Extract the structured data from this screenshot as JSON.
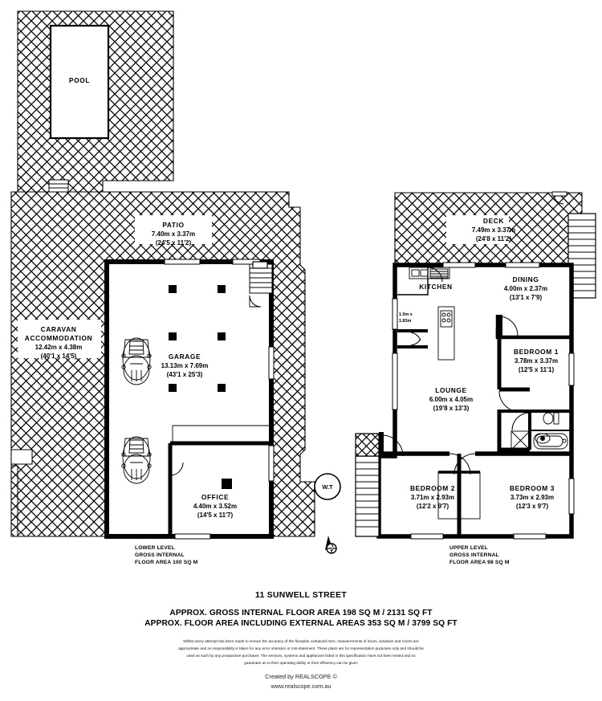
{
  "document": {
    "type": "real-estate-floorplan",
    "address": "11 SUNWELL STREET"
  },
  "lower_level": {
    "label_line1": "LOWER LEVEL",
    "label_line2": "GROSS INTERNAL",
    "label_line3": "FLOOR AREA 100 SQ M",
    "rooms": [
      {
        "name": "POOL",
        "dim_metric": "",
        "dim_imperial": ""
      },
      {
        "name": "PATIO",
        "dim_metric": "7.40m x 3.37m",
        "dim_imperial": "(24'5 x 11'2)"
      },
      {
        "name": "CARAVAN",
        "name2": "ACCOMMODATION",
        "dim_metric": "12.42m x 4.38m",
        "dim_imperial": "(40'1 x 14'5)"
      },
      {
        "name": "GARAGE",
        "dim_metric": "13.13m x 7.69m",
        "dim_imperial": "(43'1 x 25'3)"
      },
      {
        "name": "OFFICE",
        "dim_metric": "4.40m x 3.52m",
        "dim_imperial": "(14'5 x 11'7)"
      }
    ],
    "water_tank_label": "W.T",
    "compass": "north-arrow"
  },
  "upper_level": {
    "label_line1": "UPPER LEVEL",
    "label_line2": "GROSS INTERNAL",
    "label_line3": "FLOOR AREA 98 SQ M",
    "rooms": [
      {
        "name": "DECK",
        "dim_metric": "7.49m x 3.37m",
        "dim_imperial": "(24'8 x 11'2)"
      },
      {
        "name": "KITCHEN",
        "dim_metric": "",
        "dim_imperial": ""
      },
      {
        "name": "DINING",
        "dim_metric": "4.00m x 2.37m",
        "dim_imperial": "(13'1 x 7'9)"
      },
      {
        "name": "LOUNGE",
        "dim_metric": "6.00m x 4.05m",
        "dim_imperial": "(19'8 x 13'3)"
      },
      {
        "name": "BEDROOM 1",
        "dim_metric": "3.78m x 3.37m",
        "dim_imperial": "(12'5 x 11'1)"
      },
      {
        "name": "BEDROOM 2",
        "dim_metric": "3.71m x 2.93m",
        "dim_imperial": "(12'2 x 9'7)"
      },
      {
        "name": "BEDROOM 3",
        "dim_metric": "3.73m x 2.93m",
        "dim_imperial": "(12'3 x 9'7)"
      }
    ],
    "small_room": {
      "dim_line1": "1.0m x",
      "dim_line2": "1.83m"
    }
  },
  "footer": {
    "approx_line1": "APPROX. GROSS INTERNAL FLOOR AREA 198 SQ M / 2131 SQ FT",
    "approx_line2": "APPROX. FLOOR AREA INCLUDING EXTERNAL AREAS 353 SQ M / 3799 SQ FT",
    "disclaimer_line1": "Whilst every attempt has been made to ensure the accuracy of the floorplan contained here, measurements of doors, windows and rooms are",
    "disclaimer_line2": "approximate and no responsibility is taken for any error omission or mis-statement. These plans are for representation purposes only and should be",
    "disclaimer_line3": "used as such by any prospective purchaser. The services, systems and appliances listed in this specification have not been tested and no",
    "disclaimer_line4": "guarantee as to their operating ability or their efficiency can be given",
    "credit": "Created by REALSCOPE ©",
    "website": "www.realscope.com.au"
  },
  "colors": {
    "ink": "#000000",
    "paper": "#ffffff"
  }
}
